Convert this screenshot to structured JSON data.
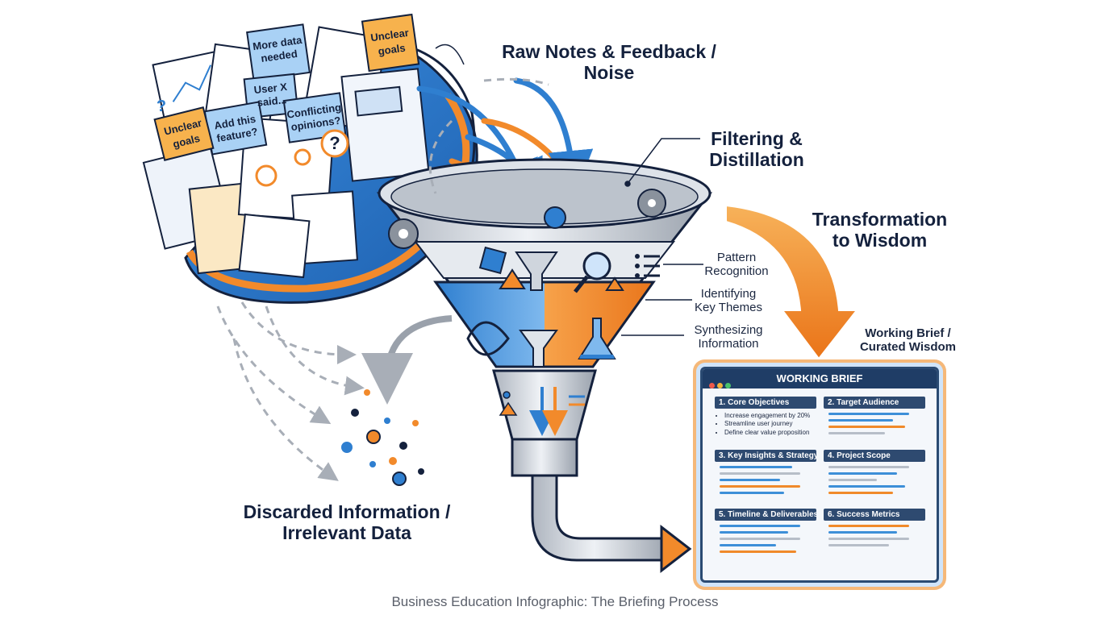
{
  "labels": {
    "raw_notes": "Raw Notes & Feedback /",
    "raw_notes_2": "Noise",
    "filtering": "Filtering &",
    "filtering_2": "Distillation",
    "transformation": "Transformation",
    "transformation_2": "to Wisdom",
    "pattern": "Pattern",
    "pattern_2": "Recognition",
    "themes": "Identifying",
    "themes_2": "Key Themes",
    "synth": "Synthesizing",
    "synth_2": "Information",
    "brief_label": "Working Brief /",
    "brief_label_2": "Curated Wisdom",
    "discarded": "Discarded Information /",
    "discarded_2": "Irrelevant Data"
  },
  "notes": {
    "more_data": "More data",
    "more_data_2": "needed",
    "unclear": "Unclear",
    "unclear_2": "goals",
    "user_x": "User X",
    "user_x_2": "said...",
    "add_feature": "Add this",
    "add_feature_2": "feature?",
    "conflicting": "Conflicting",
    "conflicting_2": "opinions?",
    "unclear_b": "Unclear",
    "unclear_b_2": "goals"
  },
  "brief": {
    "title": "WORKING BRIEF",
    "s1": "1. Core Objectives",
    "s1_items": [
      "Increase engagement by 20%",
      "Streamline user journey",
      "Define clear value proposition"
    ],
    "s2": "2. Target Audience",
    "s3": "3. Key Insights & Strategy",
    "s4": "4. Project Scope",
    "s5": "5. Timeline & Deliverables",
    "s6": "6. Success Metrics"
  },
  "caption": "Business Education Infographic: The Briefing Process",
  "colors": {
    "navy": "#14213d",
    "blue": "#2f7fd0",
    "orange": "#f28a2b",
    "steel": "#c9ced6"
  }
}
